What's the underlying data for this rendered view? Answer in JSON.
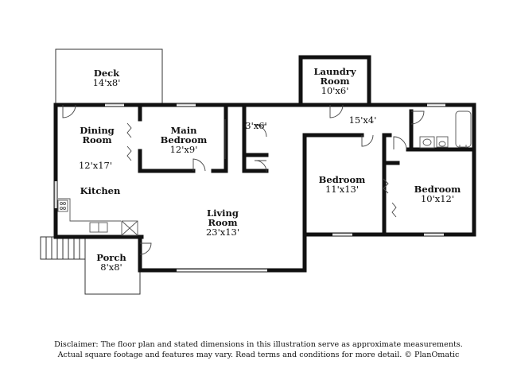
{
  "rooms": {
    "deck": {
      "name": "Deck",
      "dims": "14'x8'"
    },
    "laundry": {
      "name_line1": "Laundry",
      "name_line2": "Room",
      "dims": "10'x6'"
    },
    "dining": {
      "name_line1": "Dining",
      "name_line2": "Room",
      "dims": "12'x17'"
    },
    "main_bedroom": {
      "name_line1": "Main",
      "name_line2": "Bedroom",
      "dims": "12'x9'"
    },
    "closet": {
      "dims": "3'x6'"
    },
    "hall": {
      "dims": "15'x4'"
    },
    "kitchen": {
      "name": "Kitchen"
    },
    "bedroom_2": {
      "name": "Bedroom",
      "dims": "11'x13'"
    },
    "bedroom_3": {
      "name": "Bedroom",
      "dims": "10'x12'"
    },
    "living": {
      "name_line1": "Living",
      "name_line2": "Room",
      "dims": "23'x13'"
    },
    "porch": {
      "name": "Porch",
      "dims": "8'x8'"
    }
  },
  "disclaimer": {
    "line1": "Disclaimer: The floor plan and stated dimensions in this illustration serve as approximate measurements.",
    "line2": "Actual square footage and features may vary. Read terms and conditions for more detail. © PlanOmatic"
  },
  "colors": {
    "wall": "#111111",
    "window": "#9a9a9a",
    "fixture": "#555555"
  }
}
